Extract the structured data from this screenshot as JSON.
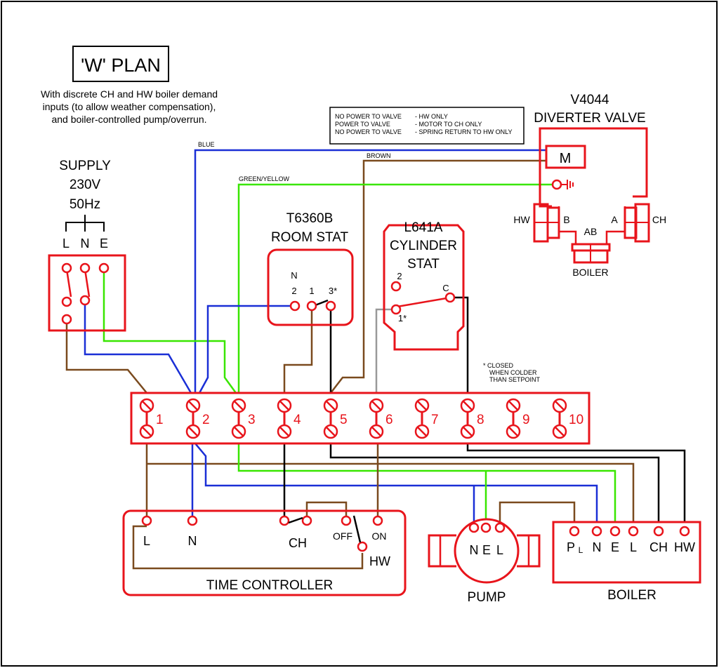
{
  "colors": {
    "component": "#e8141b",
    "brown": "#7a4a1e",
    "blue": "#1a2fd6",
    "green_yellow": "#39e600",
    "black": "#000000",
    "grey": "#999999"
  },
  "title": {
    "main": "'W' PLAN",
    "desc_lines": [
      "With discrete CH and HW boiler demand",
      "inputs (to allow weather compensation),",
      "and boiler-controlled pump/overrun."
    ]
  },
  "legend": {
    "lines": [
      [
        "NO POWER TO VALVE",
        "- HW ONLY"
      ],
      [
        "POWER TO VALVE",
        "- MOTOR TO CH ONLY"
      ],
      [
        "NO POWER TO VALVE",
        "- SPRING RETURN TO HW ONLY"
      ]
    ]
  },
  "wires": {
    "blue": "BLUE",
    "brown": "BROWN",
    "green_yellow": "GREEN/YELLOW"
  },
  "supply": {
    "lines": [
      "SUPPLY",
      "230V",
      "50Hz"
    ],
    "terminals": [
      "L",
      "N",
      "E"
    ]
  },
  "room_stat": {
    "lines": [
      "T6360B",
      "ROOM STAT"
    ],
    "terminals": [
      "N",
      "2",
      "1",
      "3*"
    ]
  },
  "cylinder_stat": {
    "lines": [
      "L641A",
      "CYLINDER",
      "STAT"
    ],
    "terminals": [
      "2",
      "C",
      "1*"
    ]
  },
  "note": {
    "lines": [
      "* CLOSED",
      "WHEN COLDER",
      "THAN SETPOINT"
    ]
  },
  "valve": {
    "lines": [
      "V4044",
      "DIVERTER VALVE"
    ],
    "motor": "M",
    "ports": [
      "HW",
      "B",
      "A",
      "CH",
      "AB",
      "BOILER"
    ]
  },
  "junction_box": {
    "terminals": [
      "1",
      "2",
      "3",
      "4",
      "5",
      "6",
      "7",
      "8",
      "9",
      "10"
    ]
  },
  "time_controller": {
    "label": "TIME CONTROLLER",
    "terminals": [
      "L",
      "N",
      "CH",
      "OFF",
      "ON",
      "HW"
    ]
  },
  "pump": {
    "label": "PUMP",
    "terminals": [
      "N",
      "E",
      "L"
    ]
  },
  "boiler": {
    "label": "BOILER",
    "terminals": [
      "P",
      "L",
      "N",
      "E",
      "L",
      "CH",
      "HW"
    ]
  }
}
